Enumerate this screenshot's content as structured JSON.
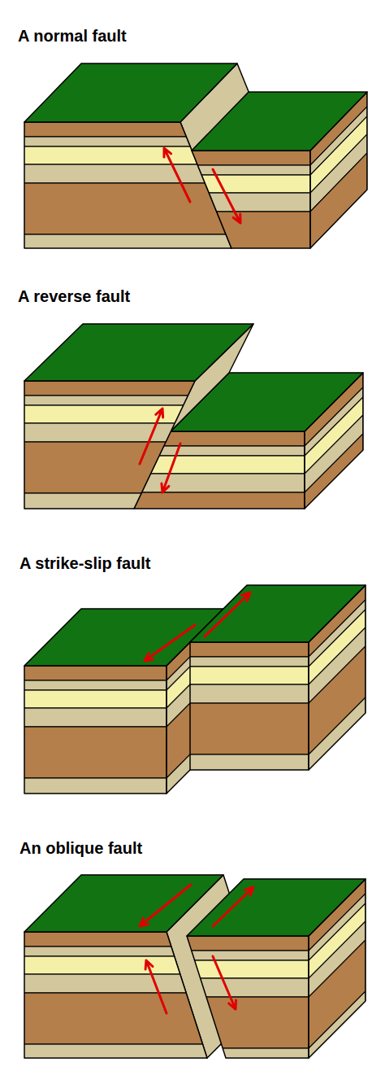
{
  "diagram": {
    "labels": [
      "A normal fault",
      "A reverse fault",
      "A strike-slip fault",
      "An oblique fault"
    ]
  }
}
